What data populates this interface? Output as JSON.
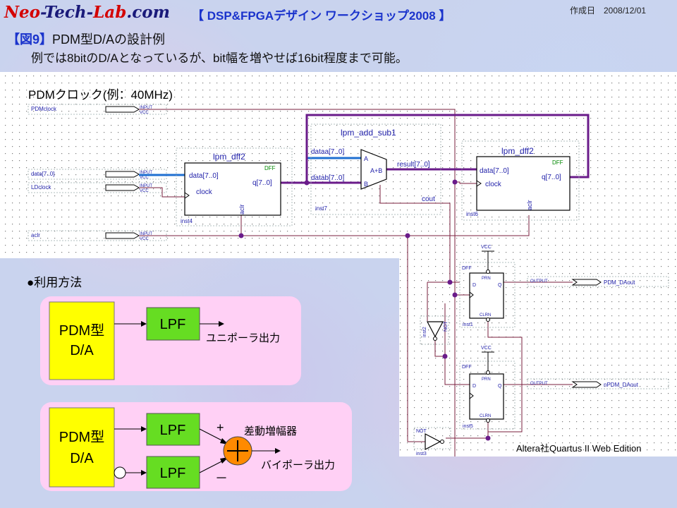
{
  "header": {
    "logo_part1": "Neo",
    "logo_part2": "-Tech-",
    "logo_part3": "Lab",
    "logo_part4": ".com",
    "workshop_title": "【 DSP&FPGAデザイン ワークショップ2008 】",
    "date": "作成日　2008/12/01"
  },
  "figure": {
    "number": "【図9】",
    "title": "PDM型D/Aの設計例",
    "note": "例では8bitのD/Aとなっているが、bit幅を増やせば16bit程度まで可能。"
  },
  "schematic": {
    "clock_note": "PDMクロック(例：40MHz)",
    "pins_in": [
      "PDMclock",
      "data[7..0]",
      "LDclock",
      "aclr"
    ],
    "input_tag": "INPUT",
    "vcc_tag": "VCC",
    "dff1": {
      "name": "lpm_dff2",
      "tag": "DFF",
      "d": "data[7..0]",
      "clk": "clock",
      "q": "q[7..0]",
      "aclr": "aclr",
      "inst": "inst4"
    },
    "adder": {
      "name": "lpm_add_sub1",
      "a": "dataa[7..0]",
      "b": "datab[7..0]",
      "pa": "A",
      "pb": "B",
      "op": "A+B",
      "result": "result[7..0]",
      "cout": "cout",
      "inst": "inst7"
    },
    "dff2": {
      "name": "lpm_dff2",
      "tag": "DFF",
      "d": "data[7..0]",
      "clk": "clock",
      "q": "q[7..0]",
      "aclr": "aclr",
      "inst": "inst6"
    },
    "ff1": {
      "tag": "DFF",
      "vcc": "VCC",
      "prn": "PRN",
      "d": "D",
      "q": "Q",
      "clrn": "CLRN",
      "inst": "inst1"
    },
    "ff2": {
      "tag": "DFF",
      "vcc": "VCC",
      "prn": "PRN",
      "d": "D",
      "q": "Q",
      "clrn": "CLRN",
      "inst": "inst5"
    },
    "not1": {
      "tag": "NOT",
      "inst": "inst2"
    },
    "not2": {
      "tag": "NOT",
      "inst": "inst3"
    },
    "output_tag": "OUTPUT",
    "out1": "PDM_DAout",
    "out2": "nPDM_DAout",
    "credit": "Altera社Quartus II Web Edition"
  },
  "usage": {
    "heading": "●利用方法",
    "pdm_line1": "PDM型",
    "pdm_line2": "D/A",
    "lpf": "LPF",
    "unipolar_out": "ユニポーラ出力",
    "plus": "+",
    "minus": "－",
    "diff_amp": "差動増幅器",
    "bipolar_out": "バイポーラ出力"
  },
  "colors": {
    "bus": "#6a1b8a",
    "bus_blue": "#1f6fd1",
    "wire": "#7a1f3d",
    "block_yellow": "#ffff00",
    "block_green": "#66dd22",
    "pink": "#ffd0f5",
    "sum_orange": "#ff8a00"
  }
}
